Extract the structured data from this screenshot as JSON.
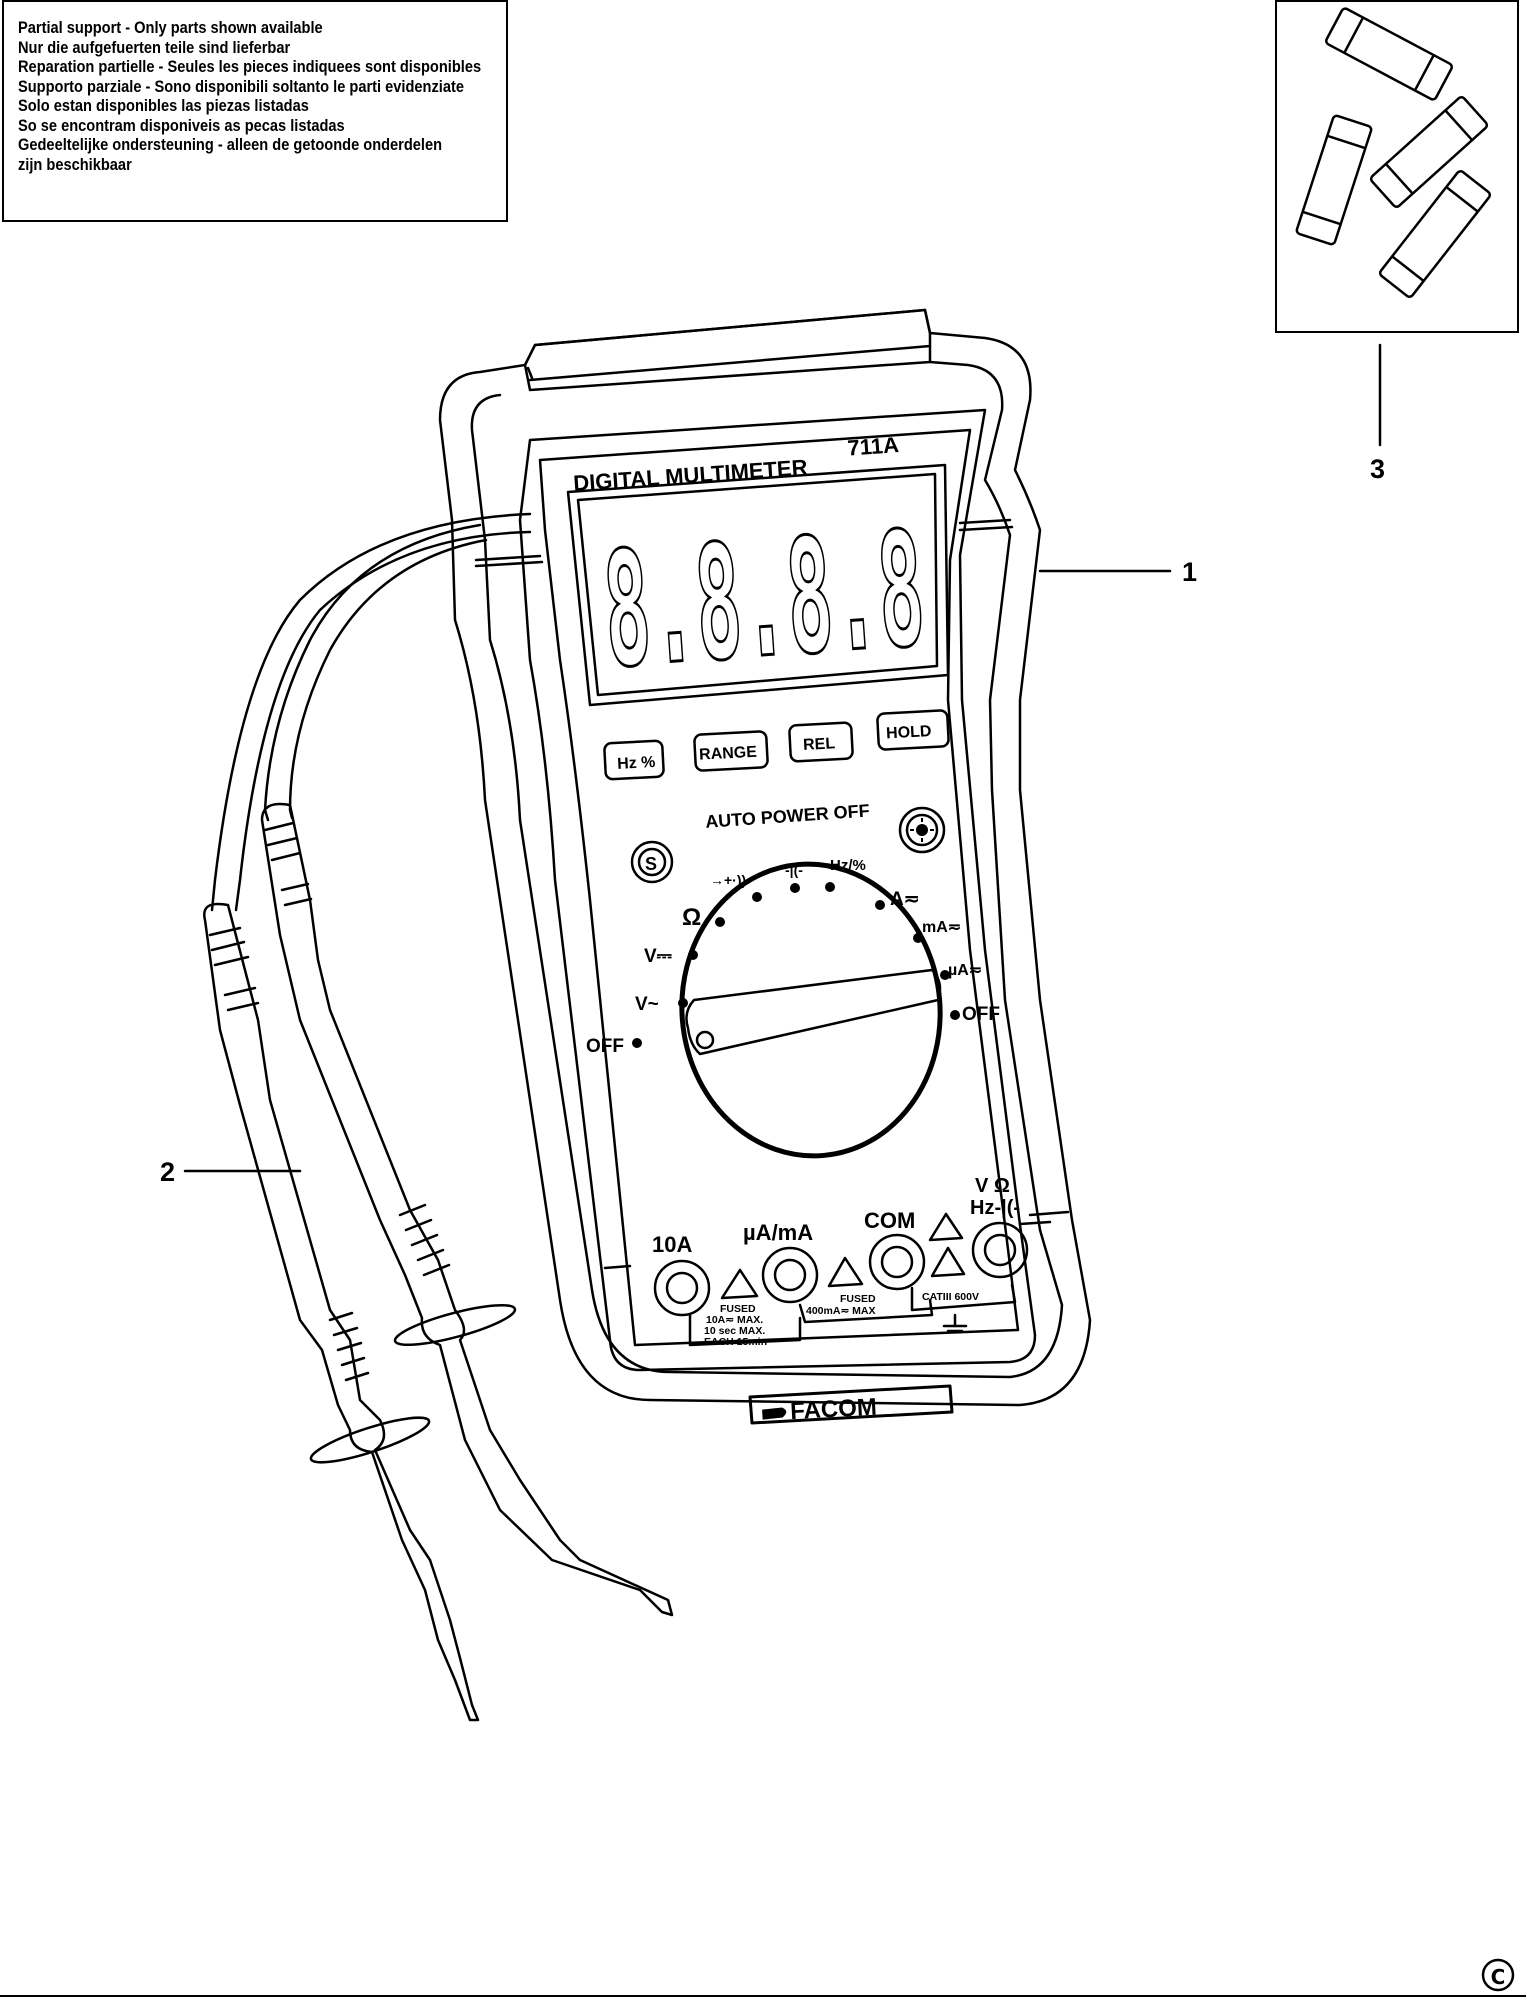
{
  "notice": {
    "lines": [
      "Partial support - Only parts shown available",
      "Nur die aufgefuerten teile sind lieferbar",
      "Reparation partielle - Seules les pieces indiquees sont disponibles",
      "Supporto parziale - Sono disponibili soltanto le parti evidenziate",
      "Solo estan disponibles las piezas listadas",
      "So se encontram disponiveis as pecas listadas",
      "Gedeeltelijke ondersteuning - alleen de getoonde onderdelen",
      "zijn beschikbaar"
    ]
  },
  "callouts": {
    "part1": "1",
    "part2": "2",
    "part3": "3"
  },
  "meter": {
    "title": "DIGITAL MULTIMETER",
    "model": "711A",
    "display": "8.8.8.8",
    "buttons": {
      "hz": "Hz %",
      "range": "RANGE",
      "rel": "REL",
      "hold": "HOLD"
    },
    "auto_power_off": "AUTO POWER OFF",
    "select_button": "S",
    "dial": {
      "off_left": "OFF",
      "v_ac": "V~",
      "v_dc": "V⎓",
      "ohm": "Ω",
      "diode": "→+·))",
      "cap": "-|(-",
      "hz_pct": "Hz/%",
      "amp": "A≂",
      "milliamp": "mA≂",
      "microamp": "µA≂",
      "off_right": "OFF"
    },
    "jacks": {
      "ten_a": "10A",
      "ua_ma": "µA/mA",
      "com": "COM",
      "v_ohm": "V Ω",
      "hz_cap": "Hz-|(-"
    },
    "warnings": {
      "fused_10a_1": "FUSED",
      "fused_10a_2": "10A≂ MAX.",
      "fused_10a_3": "10 sec MAX.",
      "fused_10a_4": "EACH 15min",
      "fused_400_1": "FUSED",
      "fused_400_2": "400mA≂ MAX",
      "cat": "CATIII 600V"
    },
    "brand": "FACOM"
  },
  "copyright": "C"
}
